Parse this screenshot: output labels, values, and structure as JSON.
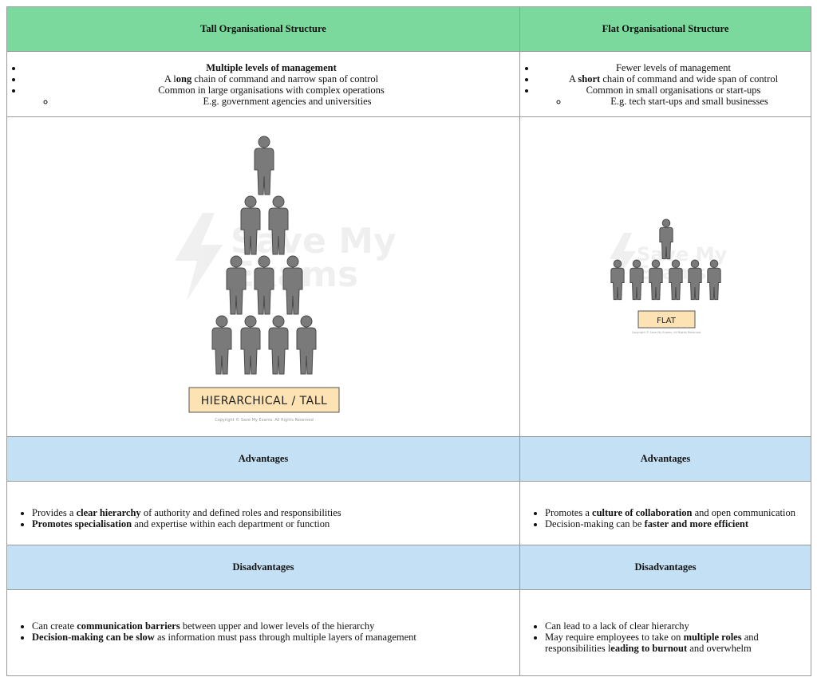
{
  "tall": {
    "title": "Tall Organisational Structure",
    "b1": "Multiple levels of management",
    "b2_pre": "A l",
    "b2_bold": "ong",
    "b2_post": " chain of command and narrow span of control",
    "b3": "Common in large organisations with complex operations",
    "b4": "E.g. government agencies and universities",
    "diagram_label": "HIERARCHICAL / TALL",
    "copyright": "Copyright © Save My Exams. All Rights Reserved",
    "watermark_line1": "Save My",
    "watermark_line2": "Exams"
  },
  "flat": {
    "title": "Flat Organisational Structure",
    "b1": "Fewer levels of management",
    "b2_pre": "A ",
    "b2_bold": "short",
    "b2_post": " chain of command and wide span of control",
    "b3": "Common in small organisations or start-ups",
    "b4": "E.g. tech start-ups and small businesses",
    "diagram_label": "FLAT",
    "copyright": "Copyright © Save My Exams. All Rights Reserved",
    "watermark_line1": "Save My",
    "watermark_line2": "Exams"
  },
  "advantages_heading": "Advantages",
  "disadvantages_heading": "Disadvantages",
  "tall_adv": [
    {
      "pre": "Provides a ",
      "bold": "clear hierarchy",
      "post": " of authority and defined roles and responsibilities"
    },
    {
      "pre": "",
      "bold": "Promotes specialisation",
      "post": " and expertise within each department or function"
    }
  ],
  "flat_adv": [
    {
      "pre": "Promotes a ",
      "bold": "culture of collaboration",
      "post": " and open communication"
    },
    {
      "pre": "Decision-making can be ",
      "bold": "faster and more efficient",
      "post": ""
    }
  ],
  "tall_dis": [
    {
      "pre": "Can create ",
      "bold": "communication barriers",
      "post": " between upper and lower levels of the hierarchy"
    },
    {
      "pre": "",
      "bold": "Decision-making can be slow",
      "post": " as information must pass through multiple layers of management"
    }
  ],
  "flat_dis": [
    {
      "pre": "Can lead to a lack of clear hierarchy",
      "bold": "",
      "post": ""
    },
    {
      "pre": "May require employees to take on ",
      "bold": "multiple roles",
      "post": " and responsibilities l"
    },
    {
      "pre": "",
      "bold": "eading to burnout",
      "post": " and overwhelm"
    }
  ],
  "colors": {
    "header_green": "#7bd99e",
    "header_blue": "#c4e0f4",
    "person": "#7a7a7a",
    "label_bg": "#fde3b3"
  },
  "icons": {
    "person": "person-icon"
  }
}
